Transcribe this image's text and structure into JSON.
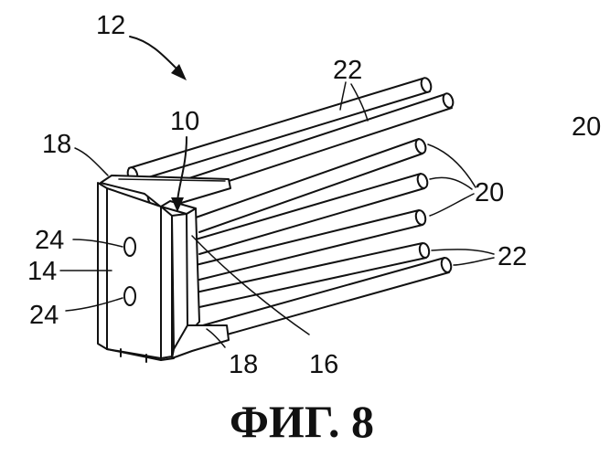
{
  "caption": "ФИГ. 8",
  "labels": {
    "l12": "12",
    "l22_top": "22",
    "l10": "10",
    "l20_far": "20",
    "l18_top": "18",
    "l20_mid": "20",
    "l24_top": "24",
    "l22_right": "22",
    "l14": "14",
    "l24_bottom": "24",
    "l18_bottom": "18",
    "l16": "16"
  }
}
